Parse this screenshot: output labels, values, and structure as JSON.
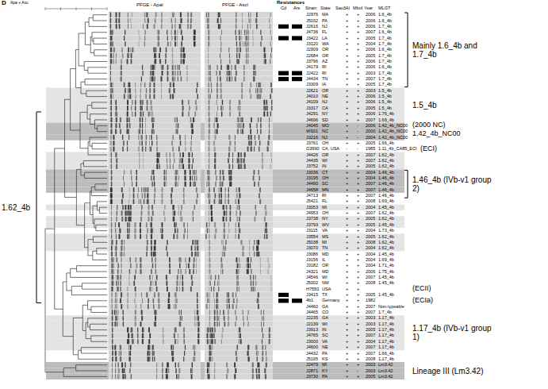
{
  "diagram": {
    "labels": [
      "D",
      "Apa + Asc",
      "PFGE - ApaI",
      "PFGE - AscI",
      "Resistances",
      "Cd",
      "Ars",
      "Strain",
      "State",
      "Sau3AI",
      "MboI",
      "Year",
      "MLGT",
      "J2976",
      "MA",
      "+",
      "+",
      "2006",
      "1.6_4b",
      "J5032",
      "PA",
      "+",
      "+",
      "2006",
      "1.6_4b",
      "J2616",
      "NJ",
      "+",
      "+",
      "2006",
      "1.7_4b",
      "J4736",
      "FL",
      "+",
      "+",
      "2007",
      "1.6_4b",
      "J3422",
      "LA",
      "+",
      "+",
      "2005",
      "1.7_4b",
      "J3120",
      "WA",
      "+",
      "+",
      "2004",
      "1.7_4b",
      "J2909",
      "OR",
      "+",
      "+",
      "2006",
      "1.6_4b",
      "J2684",
      "OR",
      "+",
      "+",
      "2005",
      "1.7_4b",
      "J3796",
      "AZ",
      "+",
      "+",
      "2006",
      "1.7_4b",
      "J4179",
      "RI",
      "+",
      "+",
      "2006",
      "1.6_4b",
      "J2422",
      "RI",
      "+",
      "+",
      "2003",
      "1.7_4b",
      "J4434",
      "TN",
      "+",
      "+",
      "2007",
      "1.7_4b",
      "J3309",
      "IA",
      "+",
      "+",
      "2005",
      "1.7_4b",
      "J2621",
      "OR",
      "+",
      "+",
      "2003",
      "1.5_4b",
      "J4010",
      "NE",
      "+",
      "+",
      "2006",
      "1.5_4b",
      "J4109",
      "NJ",
      "+",
      "+",
      "2006",
      "1.5_4b",
      "J3317",
      "CA",
      "+",
      "+",
      "2005",
      "1.5_4b",
      "J4291",
      "NY",
      "+",
      "+",
      "2006",
      "1.76_4b",
      "J4696",
      "SD",
      "+",
      "+",
      "2007",
      "1.69_4b",
      "J4045",
      "MO",
      "+",
      "-",
      "2006",
      "1.42_4b_NC00",
      "WS01",
      "NC",
      "+",
      "-",
      "2000",
      "1.42_4b_NC00",
      "J3216",
      "NJ",
      "+",
      "-",
      "2004",
      "1.42_4b_NC00",
      "J3761",
      "OH",
      "+",
      "+",
      "2005",
      "1.66_4b",
      "G3990",
      "CA, USA",
      "-",
      "-",
      "1985",
      "1.11_4b_CA85_ECI",
      "J4426",
      "OR",
      "+",
      "+",
      "2007",
      "1.62_4b",
      "J4435",
      "WI",
      "+",
      "+",
      "2007",
      "1.62_4b",
      "J3752",
      "IN",
      "+",
      "+",
      "2005",
      "1.62_4b",
      "J3036",
      "CT",
      "+",
      "+",
      "2004",
      "1.46_4b",
      "J3195",
      "OH",
      "+",
      "+",
      "2004",
      "1.46_4b",
      "J4490",
      "SC",
      "+",
      "+",
      "2007",
      "1.46_4b",
      "J4658",
      "MN",
      "+",
      "+",
      "2007",
      "1.46_4b",
      "J4713",
      "RI",
      "+",
      "+",
      "2007",
      "1.46_4b",
      "J5421",
      "FL",
      "+",
      "+",
      "2008",
      "1.69_4b",
      "J3053",
      "MI",
      "+",
      "+",
      "2004",
      "1.45_4b",
      "J4953",
      "OH",
      "+",
      "+",
      "2007",
      "1.62_4b",
      "J3738",
      "NY",
      "+",
      "+",
      "2005",
      "1.62_4b",
      "J3793",
      "WV",
      "+",
      "+",
      "2005",
      "1.45_4b",
      "J3115",
      "VA",
      "+",
      "+",
      "2004",
      "1.73_4b",
      "J3554",
      "MS",
      "+",
      "+",
      "2005",
      "1.62_4b",
      "J5038",
      "MI",
      "+",
      "+",
      "2008",
      "1.62_4b",
      "J3070",
      "TN",
      "+",
      "+",
      "2004",
      "1.62_4b",
      "J3086",
      "MD",
      "+",
      "+",
      "2004",
      "1.45_4b",
      "J3156",
      "IL",
      "+",
      "+",
      "2004",
      "1.69_4b",
      "J3182",
      "OR",
      "+",
      "+",
      "2004",
      "1.71_4b",
      "J4321",
      "MD",
      "+",
      "+",
      "2006",
      "1.75_4b",
      "J4546",
      "WI",
      "+",
      "+",
      "2007",
      "1.45_4b",
      "J5002",
      "NM",
      "+",
      "+",
      "2008",
      "1.45_4b",
      "H7550",
      "USA",
      "+",
      "+",
      "J3415",
      "TX",
      "+",
      "+",
      "2005",
      "1.45_4b",
      "4b1",
      "Germany",
      "+",
      "+",
      "1982",
      "J4460",
      "GA",
      "+",
      "+",
      "2007",
      "Non-typeable",
      "J4465",
      "CO",
      "+",
      "+",
      "2007",
      "1.7_4b",
      "J2235",
      "GA",
      "+",
      "+",
      "2003",
      "1.17_4b",
      "J2139",
      "WI",
      "+",
      "+",
      "2003",
      "1.17_4b",
      "J3913",
      "IN",
      "+",
      "+",
      "2005",
      "1.17_4b",
      "J4765",
      "SC",
      "+",
      "+",
      "2007",
      "1.17_4b",
      "J3000",
      "VA",
      "+",
      "+",
      "2004",
      "1.17_4b",
      "J4600",
      "NE",
      "+",
      "+",
      "2007",
      "1.17_4b",
      "J4432",
      "PA",
      "+",
      "+",
      "2007",
      "1.66_4b",
      "J5195",
      "KS",
      "+",
      "+",
      "2008",
      "1.17_4b",
      "J2479",
      "MI",
      "+",
      "+",
      "2003",
      "Lm3.42",
      "J2871",
      "KY",
      "+",
      "-",
      "2003",
      "Lm3.42",
      "J3730",
      "PA",
      "+",
      "+",
      "2005",
      "Lm3.42",
      "Mainly 1.6_4b and 1.7_4b",
      "1.5_4b",
      "(2000 NC)",
      "1.42_4b_NC00",
      "(ECI)",
      "1.46_4b (IVb-v1 group 2)",
      "1.62_4b",
      "(ECII)",
      "(ECIa)",
      "1.17_4b (IVb-v1 group 1)",
      "Lineage III (Lm3.42)"
    ]
  }
}
